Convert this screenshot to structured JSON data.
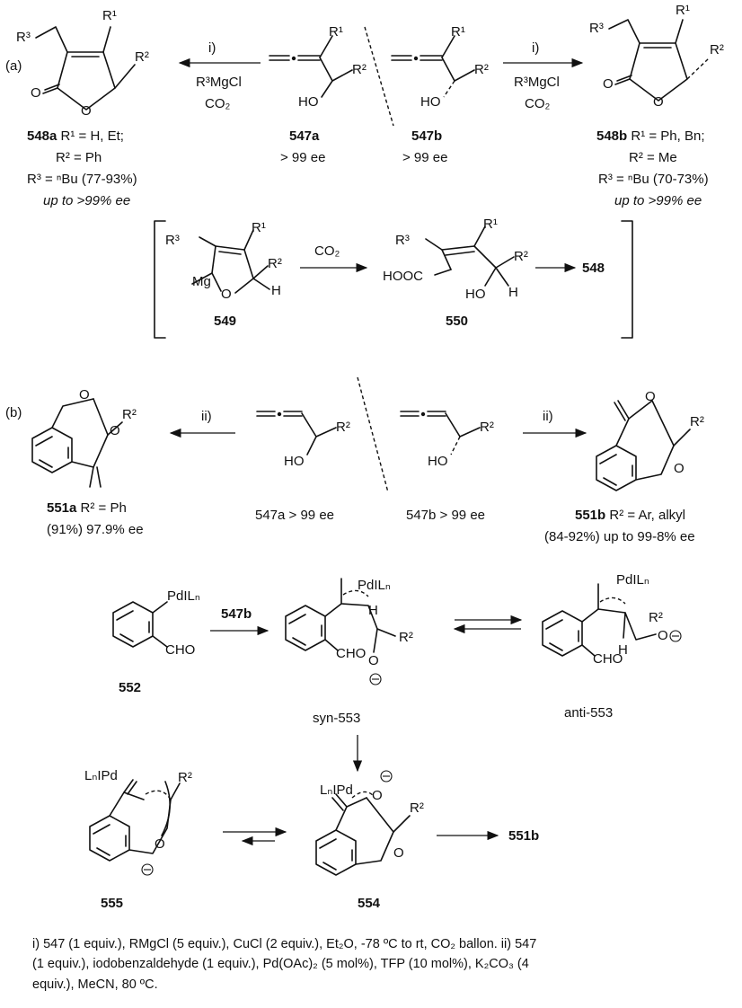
{
  "panel_a": {
    "tag": "(a)",
    "reagent_left": {
      "step": "i)",
      "grignard": "R³MgCl",
      "gas": "CO₂"
    },
    "reagent_right": {
      "step": "i)",
      "grignard": "R³MgCl",
      "gas": "CO₂"
    },
    "cmpd_547a": {
      "label": "547a",
      "ee": "> 99 ee"
    },
    "cmpd_547b": {
      "label": "547b",
      "ee": "> 99 ee"
    },
    "cmpd_548a": {
      "label": "548a",
      "r1": "R¹ = H, Et;",
      "r2": "R² = Ph",
      "r3": "R³ = ⁿBu (77-93%)",
      "ee": "up to >99% ee"
    },
    "cmpd_548b": {
      "label": "548b",
      "r1": "R¹ = Ph, Bn;",
      "r2": "R² = Me",
      "r3": "R³ = ⁿBu (70-73%)",
      "ee": "up to >99% ee"
    },
    "mechanism": {
      "reagent": "CO₂",
      "c549": "549",
      "c550": "550",
      "c548": "548"
    }
  },
  "panel_b": {
    "tag": "(b)",
    "reagent_left": "ii)",
    "reagent_right": "ii)",
    "cmpd_547a": "547a > 99 ee",
    "cmpd_547b": "547b > 99 ee",
    "cmpd_551a": {
      "label": "551a",
      "r2": "R² = Ph",
      "yield": "(91%) 97.9% ee"
    },
    "cmpd_551b": {
      "label": "551b",
      "r2": "R² = Ar, alkyl",
      "yield": "(84-92%) up to 99-8% ee"
    },
    "mechanism": {
      "c552": "552",
      "reagent": "547b",
      "syn": "syn-553",
      "anti": "anti-553",
      "c554": "554",
      "c555": "555",
      "c551b": "551b",
      "pd": "PdILₙ",
      "pd_rev": "LₙIPd"
    }
  },
  "atoms": {
    "r1": "R¹",
    "r2": "R²",
    "r3": "R³",
    "o": "O",
    "ho": "HO",
    "h": "H",
    "mg": "Mg",
    "cho": "CHO",
    "hooc": "HOOC"
  },
  "conditions": {
    "line1": "i) 547 (1 equiv.), RMgCl (5 equiv.), CuCl (2 equiv.), Et₂O, -78 ºC to rt, CO₂ ballon. ii) 547",
    "line2": "(1 equiv.), iodobenzaldehyde (1 equiv.), Pd(OAc)₂ (5 mol%), TFP (10 mol%), K₂CO₃ (4",
    "line3": "equiv.), MeCN, 80 ºC."
  }
}
